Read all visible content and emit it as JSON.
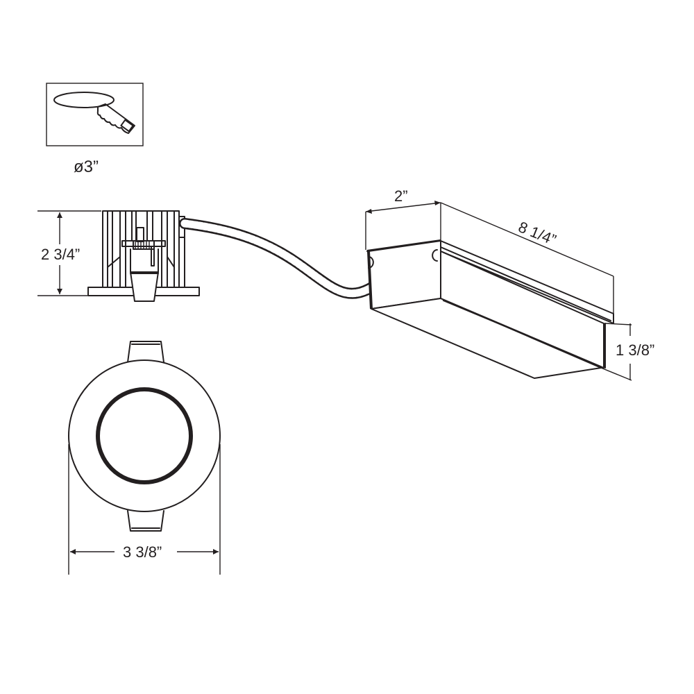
{
  "diagram": {
    "cutout_icon": {
      "icon": "saw-cutout-icon",
      "label": "ø3”"
    },
    "side_view": {
      "height_label": "2 3/4”"
    },
    "junction_box": {
      "width_label": "2”",
      "length_label": "8 1/4”",
      "height_label": "1 3/8”"
    },
    "front_view": {
      "diameter_label": "3 3/8”"
    },
    "colors": {
      "line": "#231f20",
      "background": "#ffffff"
    }
  }
}
